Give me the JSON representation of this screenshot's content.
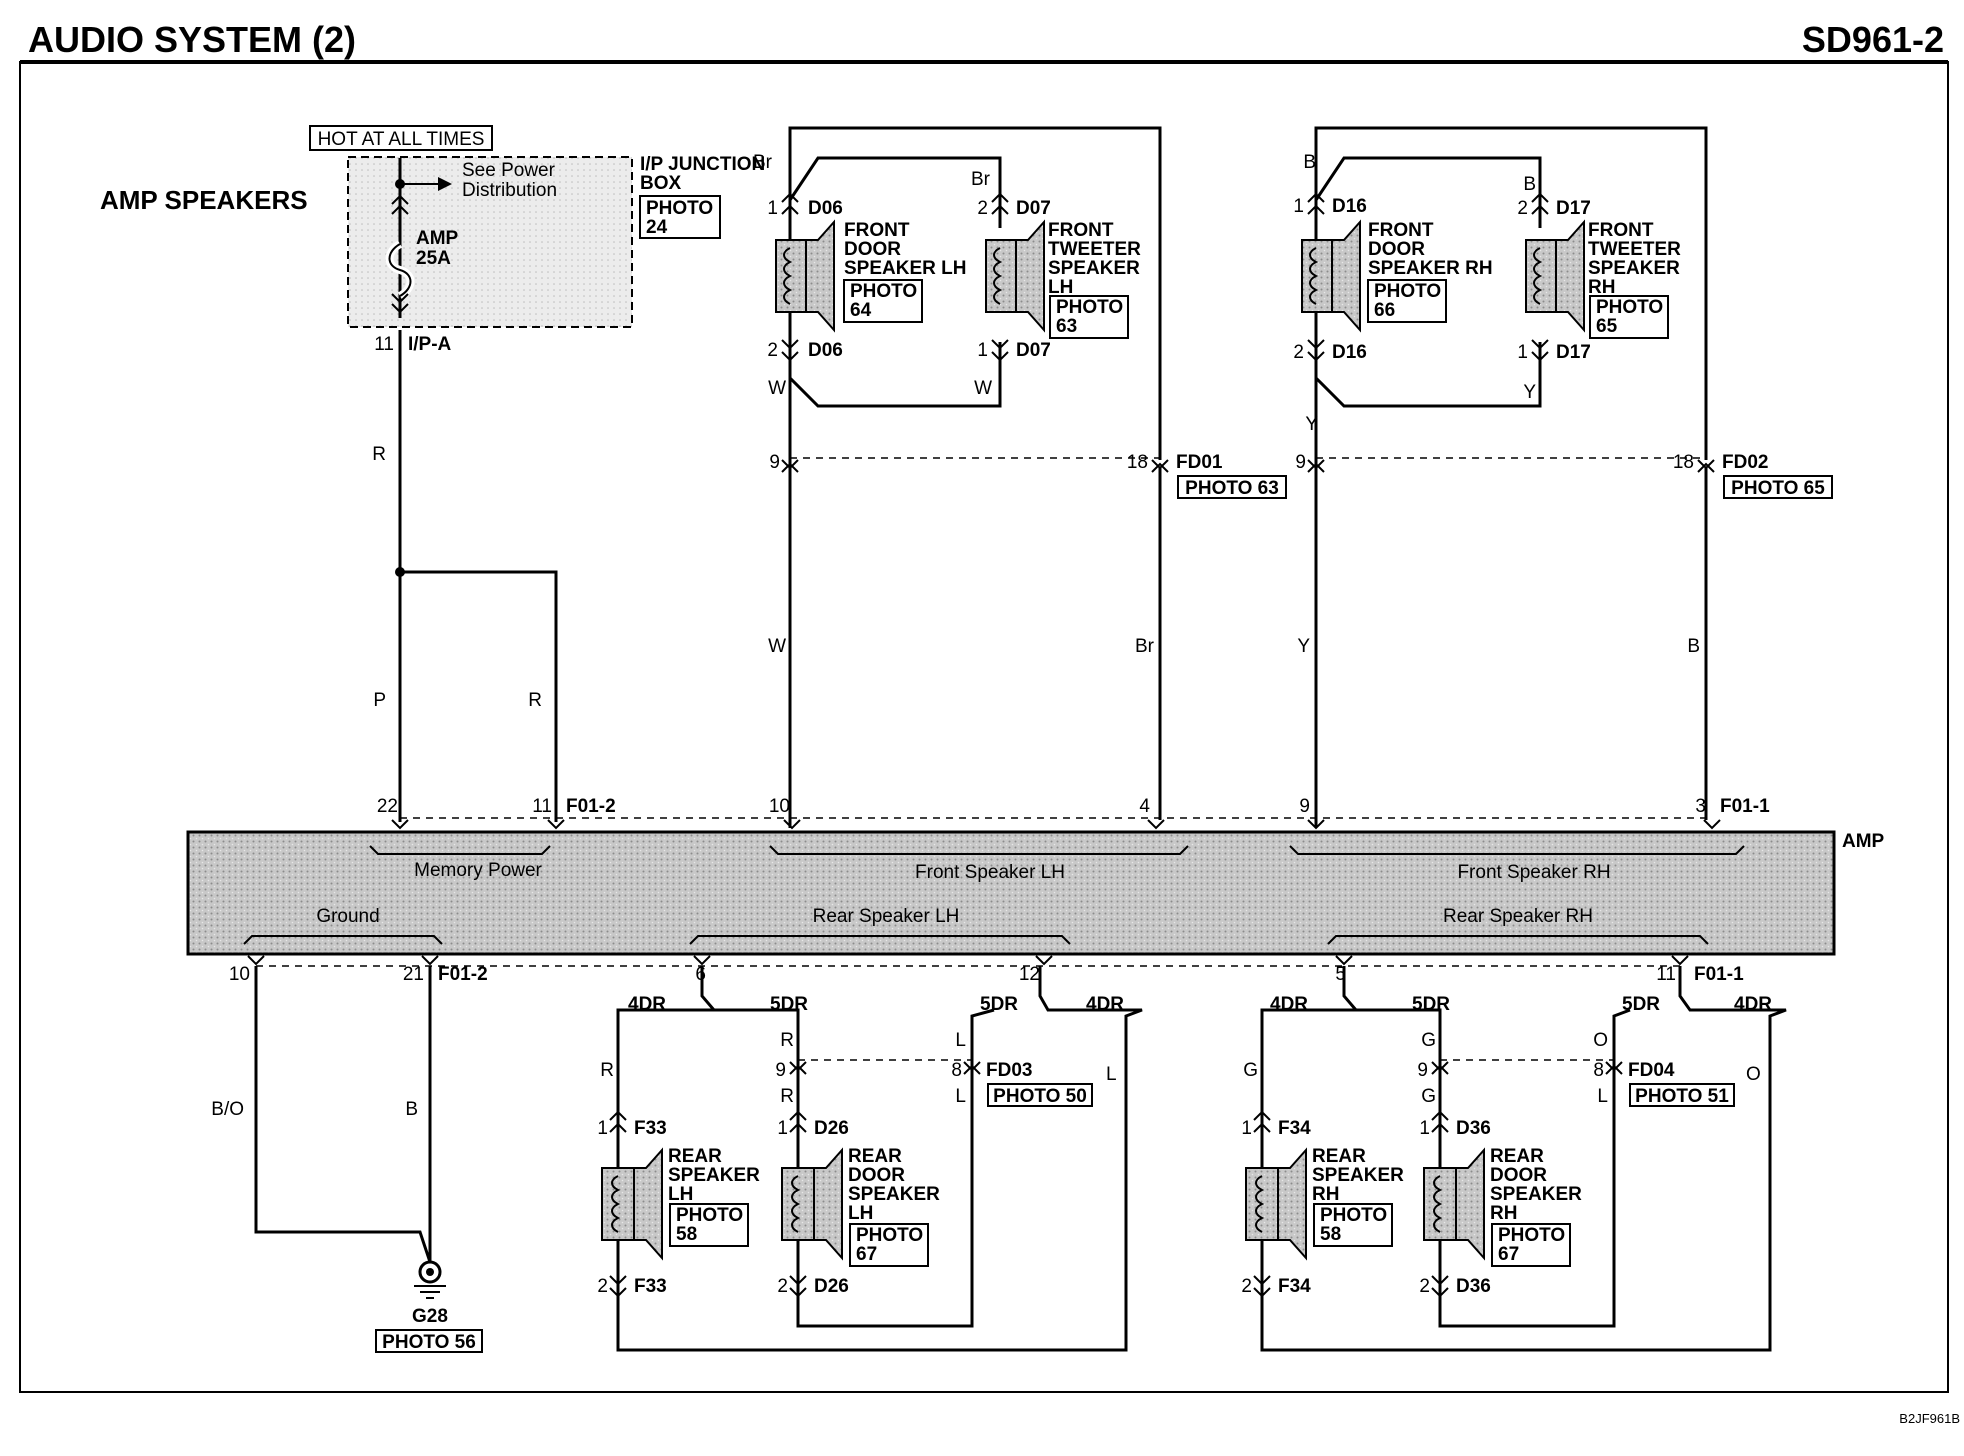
{
  "header": {
    "title": "AUDIO SYSTEM (2)",
    "code": "SD961-2"
  },
  "footer": {
    "code": "B2JF961B"
  },
  "section_title": "AMP SPEAKERS",
  "power": {
    "hot_label": "HOT AT ALL TIMES",
    "junction_line1": "I/P JUNCTION",
    "junction_line2": "BOX",
    "junction_photo_line1": "PHOTO",
    "junction_photo_line2": "24",
    "see_power_line1": "See Power",
    "see_power_line2": "Distribution",
    "fuse_line1": "AMP",
    "fuse_line2": "25A",
    "out_pin": "11",
    "out_conn": "I/P-A",
    "wire_r": "R",
    "wire_p": "P",
    "wire_r2": "R"
  },
  "amp": {
    "label": "AMP",
    "groups": [
      "Memory Power",
      "Front Speaker LH",
      "Front Speaker RH",
      "Ground",
      "Rear Speaker LH",
      "Rear Speaker RH"
    ],
    "top_conn_left": "F01-2",
    "top_conn_right": "F01-1",
    "bottom_conn_left": "F01-2",
    "bottom_conn_right": "F01-1",
    "top_pins": [
      "22",
      "11",
      "10",
      "4",
      "9",
      "3"
    ],
    "bottom_pins": [
      "10",
      "21",
      "6",
      "12",
      "5",
      "11"
    ]
  },
  "ground": {
    "wire_bo": "B/O",
    "wire_b": "B",
    "label": "G28",
    "photo": "PHOTO 56"
  },
  "front_lh": {
    "conn": "FD01",
    "photo": "PHOTO 63",
    "pin_left": "9",
    "pin_right": "18",
    "wire_w": "W",
    "wire_br": "Br",
    "door": {
      "name_lines": [
        "FRONT",
        "DOOR",
        "SPEAKER LH"
      ],
      "photo_lines": [
        "PHOTO",
        "64"
      ],
      "top_pin": "1",
      "top_conn": "D06",
      "bot_pin": "2",
      "bot_conn": "D06",
      "top_wire": "Br",
      "bot_wire": "W"
    },
    "tweeter": {
      "name_lines": [
        "FRONT",
        "TWEETER",
        "SPEAKER",
        "LH"
      ],
      "photo_lines": [
        "PHOTO",
        "63"
      ],
      "top_pin": "2",
      "top_conn": "D07",
      "bot_pin": "1",
      "bot_conn": "D07",
      "top_wire": "Br",
      "bot_wire": "W"
    }
  },
  "front_rh": {
    "conn": "FD02",
    "photo": "PHOTO 65",
    "pin_left": "9",
    "pin_right": "18",
    "wire_y": "Y",
    "wire_b": "B",
    "door": {
      "name_lines": [
        "FRONT",
        "DOOR",
        "SPEAKER RH"
      ],
      "photo_lines": [
        "PHOTO",
        "66"
      ],
      "top_pin": "1",
      "top_conn": "D16",
      "bot_pin": "2",
      "bot_conn": "D16",
      "top_wire": "B",
      "bot_wire": "Y"
    },
    "tweeter": {
      "name_lines": [
        "FRONT",
        "TWEETER",
        "SPEAKER",
        "RH"
      ],
      "photo_lines": [
        "PHOTO",
        "65"
      ],
      "top_pin": "2",
      "top_conn": "D17",
      "bot_pin": "1",
      "bot_conn": "D17",
      "top_wire": "B",
      "bot_wire": "Y"
    }
  },
  "rear_lh": {
    "branch_4dr": "4DR",
    "branch_5dr": "5DR",
    "conn": "FD03",
    "photo": "PHOTO 50",
    "pin_left": "9",
    "pin_right": "8",
    "wire_left": "R",
    "wire_right": "L",
    "speaker": {
      "name_lines": [
        "REAR",
        "SPEAKER",
        "LH"
      ],
      "photo_lines": [
        "PHOTO",
        "58"
      ],
      "top_pin": "1",
      "top_conn": "F33",
      "bot_pin": "2",
      "bot_conn": "F33"
    },
    "door": {
      "name_lines": [
        "REAR",
        "DOOR",
        "SPEAKER",
        "LH"
      ],
      "photo_lines": [
        "PHOTO",
        "67"
      ],
      "top_pin": "1",
      "top_conn": "D26",
      "bot_pin": "2",
      "bot_conn": "D26"
    }
  },
  "rear_rh": {
    "branch_4dr": "4DR",
    "branch_5dr": "5DR",
    "conn": "FD04",
    "photo": "PHOTO 51",
    "pin_left": "9",
    "pin_right": "8",
    "wire_left": "G",
    "wire_right": "O",
    "wire_right2": "L",
    "speaker": {
      "name_lines": [
        "REAR",
        "SPEAKER",
        "RH"
      ],
      "photo_lines": [
        "PHOTO",
        "58"
      ],
      "top_pin": "1",
      "top_conn": "F34",
      "bot_pin": "2",
      "bot_conn": "F34"
    },
    "door": {
      "name_lines": [
        "REAR",
        "DOOR",
        "SPEAKER",
        "RH"
      ],
      "photo_lines": [
        "PHOTO",
        "67"
      ],
      "top_pin": "1",
      "top_conn": "D36",
      "bot_pin": "2",
      "bot_conn": "D36"
    }
  }
}
